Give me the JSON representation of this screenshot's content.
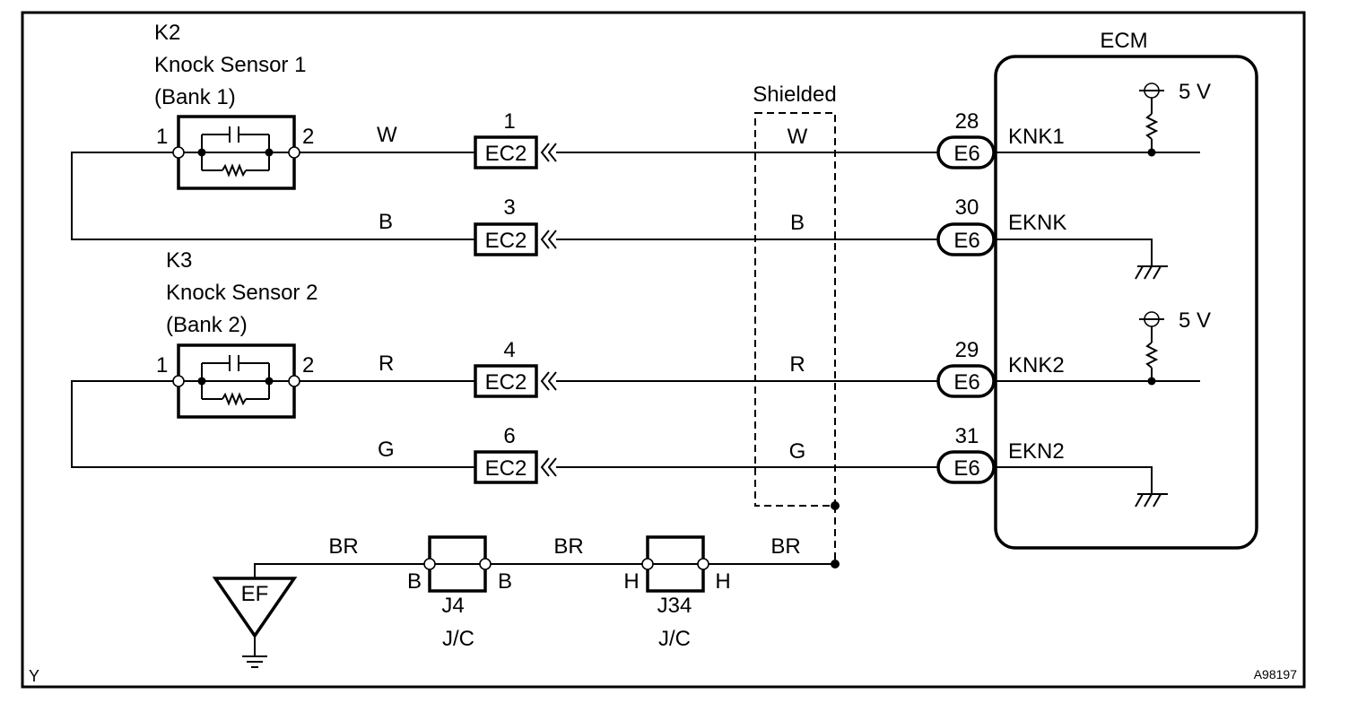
{
  "sensor1": {
    "code": "K2",
    "name": "Knock Sensor 1",
    "bank": "(Bank 1)",
    "pin_left": "1",
    "pin_right": "2"
  },
  "sensor2": {
    "code": "K3",
    "name": "Knock Sensor 2",
    "bank": "(Bank 2)",
    "pin_left": "1",
    "pin_right": "2"
  },
  "shielded_label": "Shielded",
  "ecm": {
    "label": "ECM",
    "voltage1": "5 V",
    "voltage2": "5 V"
  },
  "circuits": [
    {
      "wire_left": "W",
      "ec2_pin": "1",
      "connector": "EC2",
      "wire_right": "W",
      "e6_pin": "28",
      "ecm_connector": "E6",
      "signal": "KNK1"
    },
    {
      "wire_left": "B",
      "ec2_pin": "3",
      "connector": "EC2",
      "wire_right": "B",
      "e6_pin": "30",
      "ecm_connector": "E6",
      "signal": "EKNK"
    },
    {
      "wire_left": "R",
      "ec2_pin": "4",
      "connector": "EC2",
      "wire_right": "R",
      "e6_pin": "29",
      "ecm_connector": "E6",
      "signal": "KNK2"
    },
    {
      "wire_left": "G",
      "ec2_pin": "6",
      "connector": "EC2",
      "wire_right": "G",
      "e6_pin": "31",
      "ecm_connector": "E6",
      "signal": "EKN2"
    }
  ],
  "ground_path": {
    "ground_label": "EF",
    "wire1": "BR",
    "wire2": "BR",
    "wire3": "BR",
    "jc1": {
      "code": "J4",
      "type": "J/C",
      "pin_left": "B",
      "pin_right": "B"
    },
    "jc2": {
      "code": "J34",
      "type": "J/C",
      "pin_left": "H",
      "pin_right": "H"
    }
  },
  "corner_left": "Y",
  "figure_id": "A98197"
}
